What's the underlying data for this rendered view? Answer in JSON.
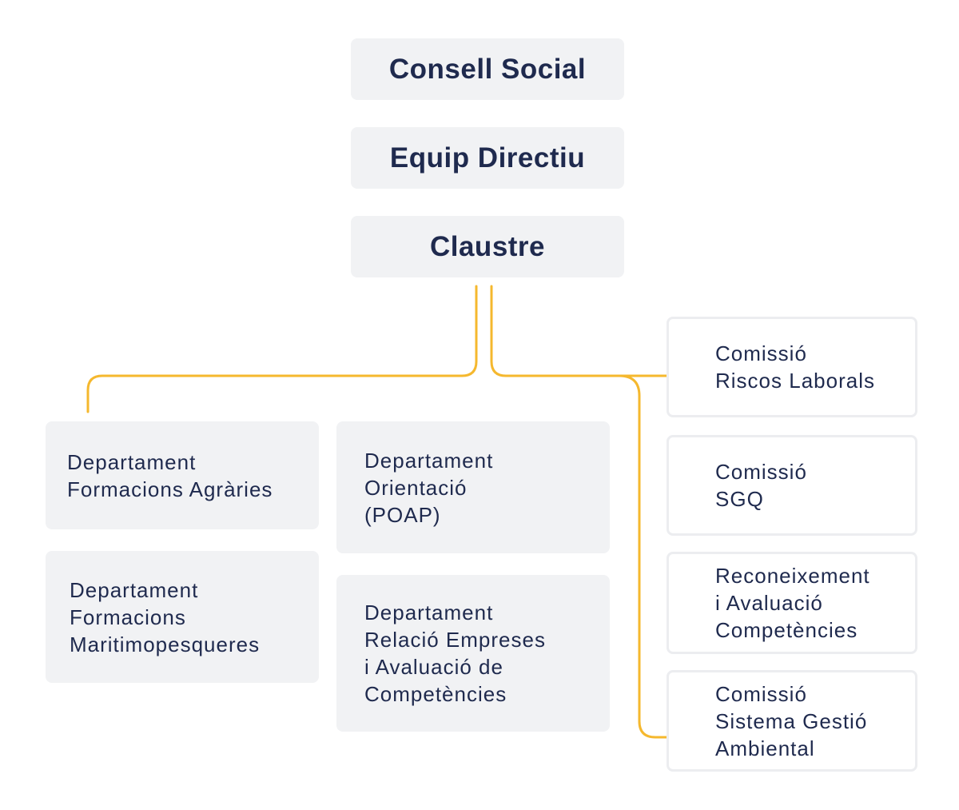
{
  "hierarchy": {
    "consell_social": "Consell Social",
    "equip_directiu": "Equip Directiu",
    "claustre": "Claustre"
  },
  "departaments": {
    "formacions_agraries": [
      "Departament",
      "Formacions Agràries"
    ],
    "formacions_maritimopesqueres": [
      "Departament",
      "Formacions",
      "Maritimopesqueres"
    ],
    "orientacio": [
      "Departament",
      "Orientació",
      "(POAP)"
    ],
    "relacio_empreses": [
      "Departament",
      "Relació Empreses",
      "i Avaluació de",
      "Competències"
    ]
  },
  "comissions": {
    "riscos_laborals": [
      "Comissió",
      "Riscos Laborals"
    ],
    "sgq": [
      "Comissió",
      "SGQ"
    ],
    "reconeixement": [
      "Reconeixement",
      "i Avaluació",
      "Competències"
    ],
    "gestio_ambiental": [
      "Comissió",
      "Sistema Gestió",
      "Ambiental"
    ]
  },
  "colors": {
    "connector": "#f5b82e",
    "box_fill": "#f1f2f4",
    "text": "#1f2a4e",
    "outline": "#ecedf0"
  }
}
